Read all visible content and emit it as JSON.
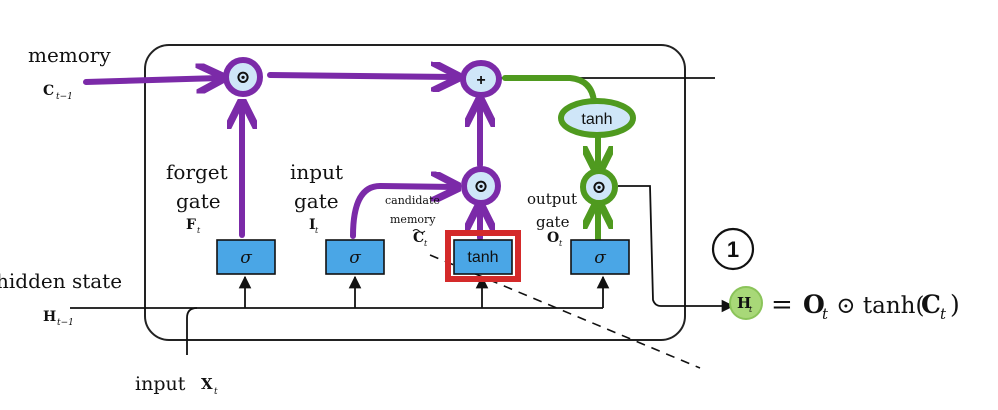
{
  "labels": {
    "memory": "memory",
    "c_prev_main": "C",
    "c_prev_sub": "t−1",
    "hidden_state": "hidden state",
    "h_prev_main": "H",
    "h_prev_sub": "t−1",
    "input": "input",
    "x_main": "X",
    "x_sub": "t",
    "forget_line1": "forget",
    "forget_line2": "gate",
    "f_main": "F",
    "f_sub": "t",
    "input_line1": "input",
    "input_line2": "gate",
    "i_main": "I",
    "i_sub": "t",
    "candidate_line1": "candidate",
    "candidate_line2": "memory",
    "c_tilde_main": "C",
    "c_tilde_sub": "t",
    "output_line1": "output",
    "output_line2": "gate",
    "o_main": "O",
    "o_sub": "t"
  },
  "nodes": {
    "sigma": "σ",
    "tanh": "tanh",
    "plus": "+",
    "odot": "⊙"
  },
  "equation": {
    "h_main": "H",
    "h_sub": "t",
    "rhs_prefix": "= ",
    "o_main": "O",
    "o_sub": "t",
    "odot": " ⊙ tanh(",
    "c_main": "C",
    "c_sub": "t",
    "close": ")"
  },
  "badge": "1",
  "colors": {
    "purple": "#7b2aa8",
    "green": "#4f9a1f",
    "red": "#d42a2a",
    "gate_fill": "#4aa6e6",
    "node_fill": "#cfe6f8",
    "h_fill": "#a8d878"
  }
}
